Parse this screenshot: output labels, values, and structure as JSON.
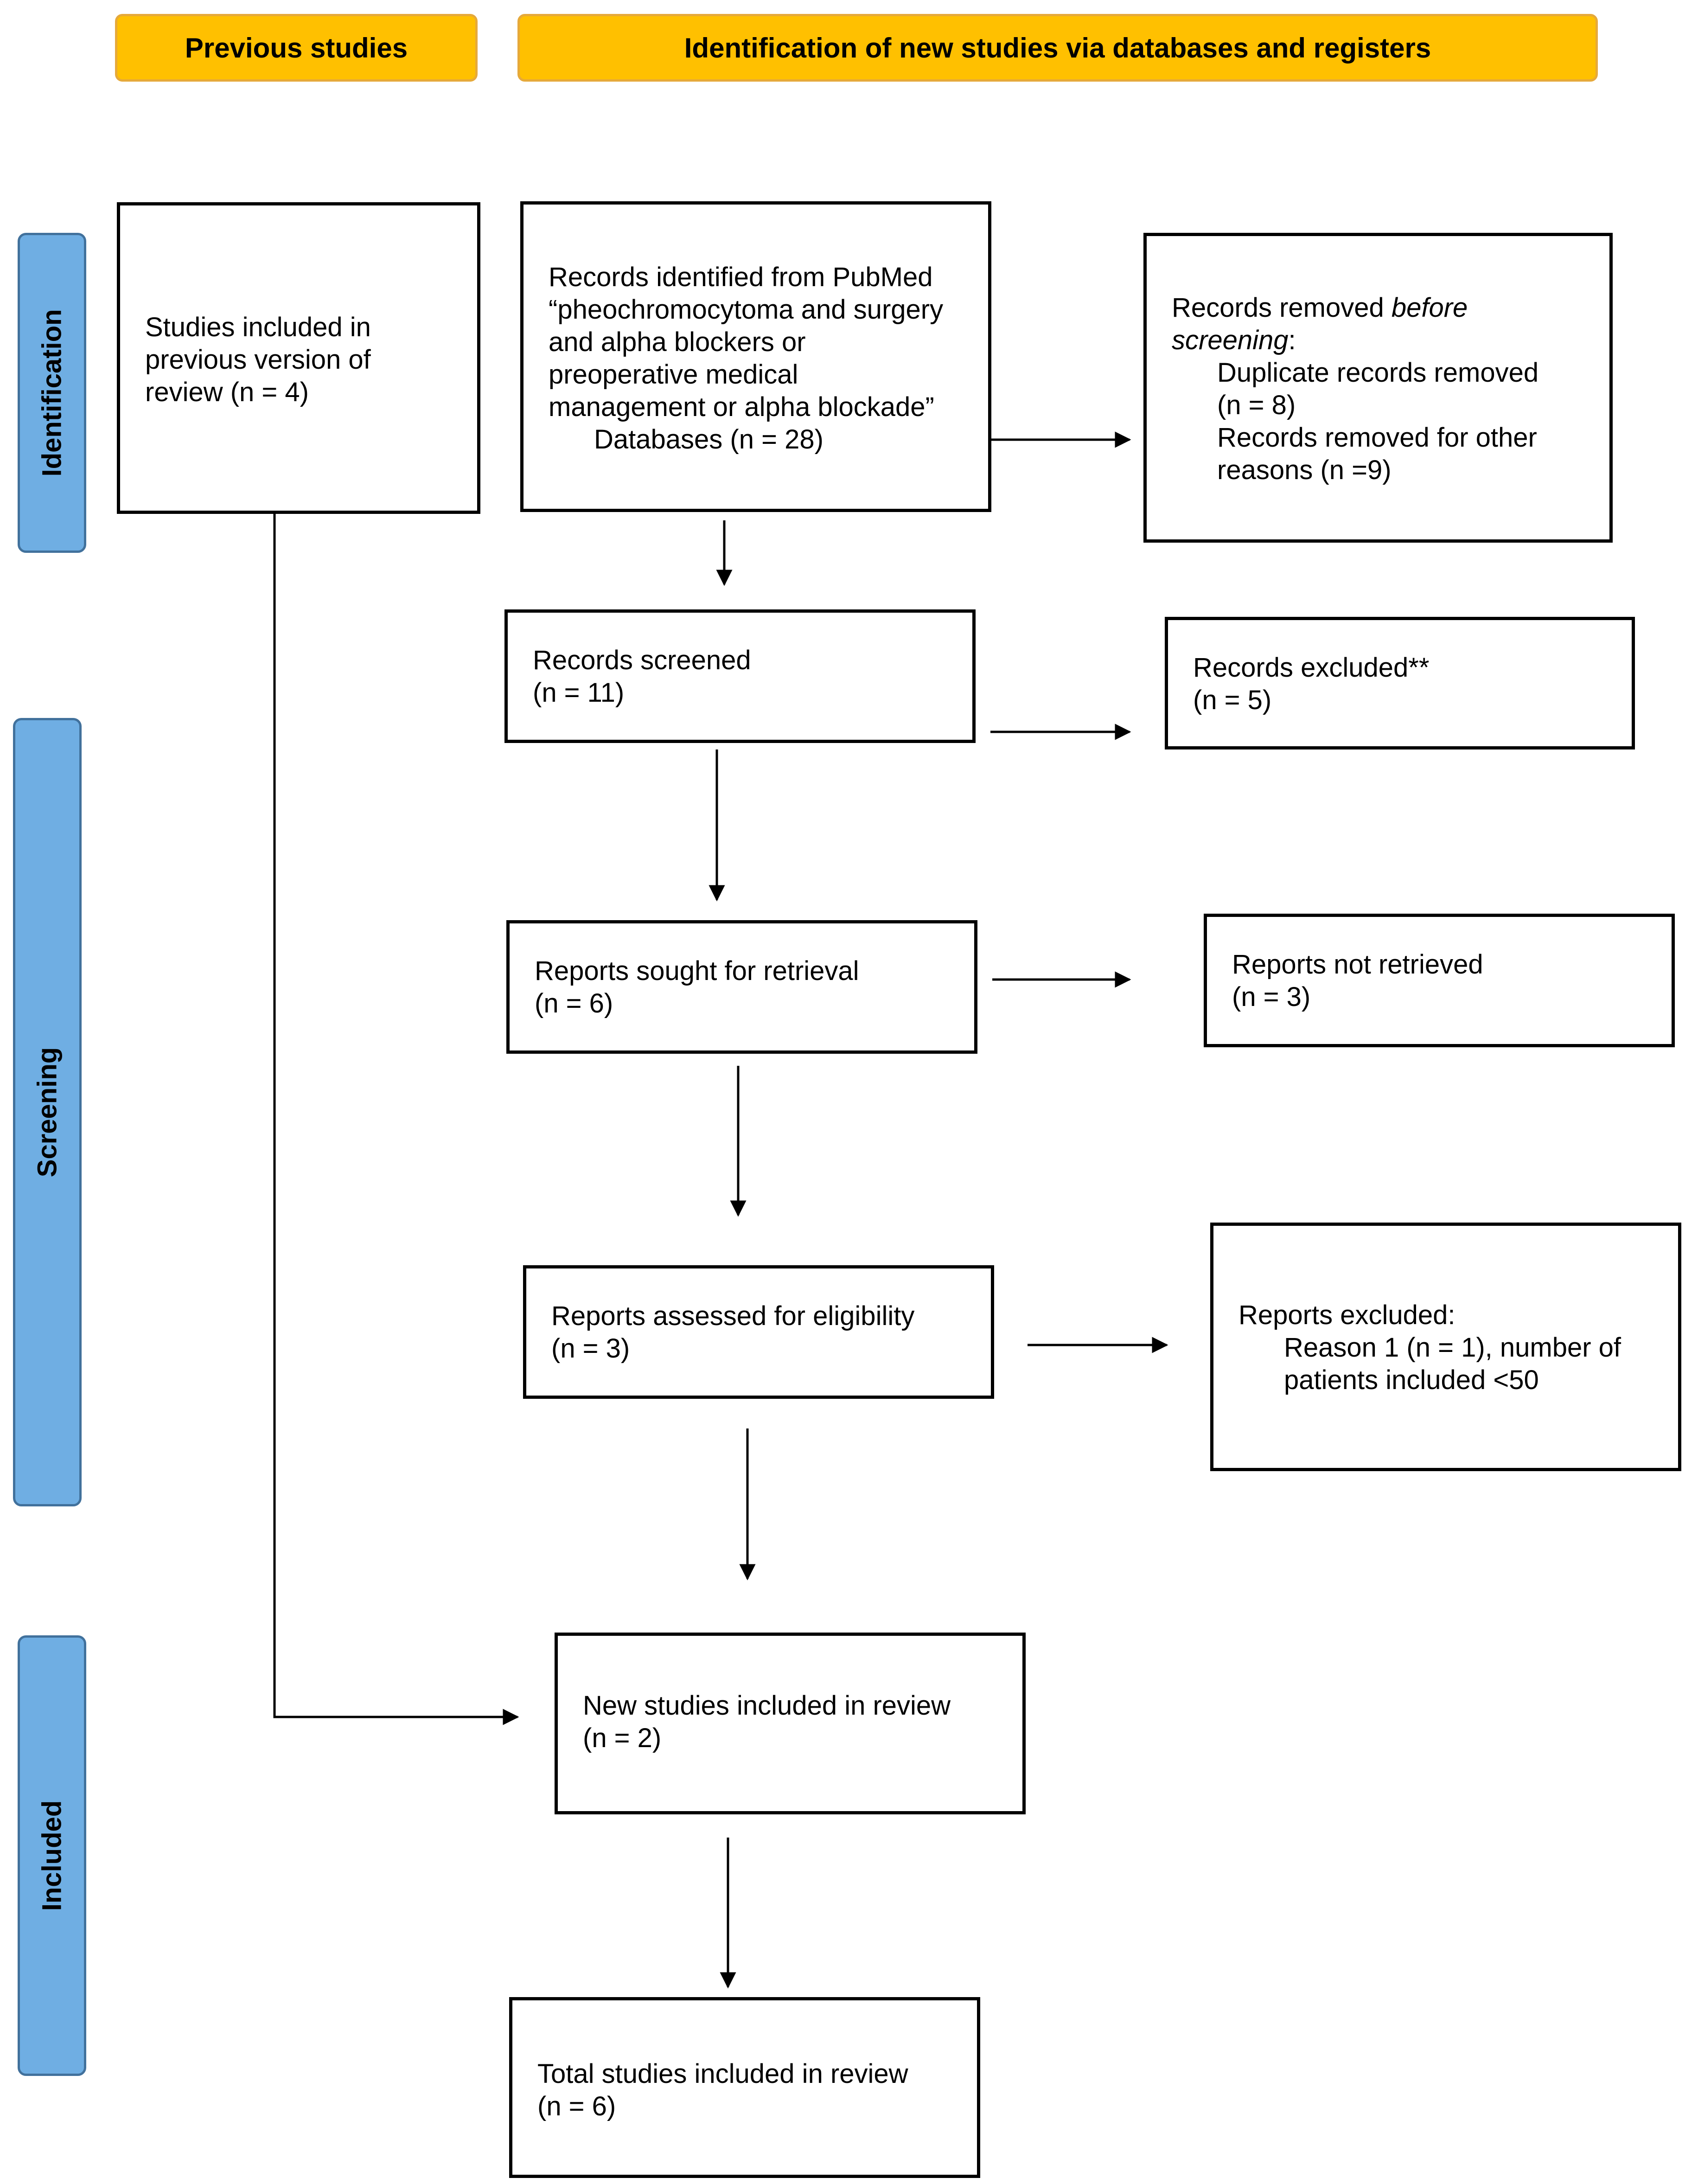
{
  "headers": {
    "previous": "Previous studies",
    "identification": "Identification of new studies via databases and registers"
  },
  "phases": {
    "identification": "Identification",
    "screening": "Screening",
    "included": "Included"
  },
  "previous_studies": {
    "line1": "Studies included in",
    "line2": "previous version of",
    "line3": "review (n = 4)"
  },
  "records_identified": {
    "line1": "Records identified from PubMed",
    "line2": "“pheochromocytoma and surgery",
    "line3": "and alpha blockers or",
    "line4": "preoperative medical",
    "line5": "management or alpha blockade”",
    "line6": "Databases (n = 28)"
  },
  "records_removed": {
    "title_start": "Records removed ",
    "title_em": "before",
    "title2_em": "screening",
    "title2_end": ":",
    "dup_label": "Duplicate records removed",
    "dup_count": "(n = 8)",
    "other_label": "Records removed for other",
    "other_count": "reasons (n =9)"
  },
  "records_screened": {
    "label": "Records screened",
    "count": "(n = 11)"
  },
  "records_excluded": {
    "label": "Records excluded**",
    "count": "(n = 5)"
  },
  "reports_sought": {
    "label": "Reports sought for retrieval",
    "count": "(n = 6)"
  },
  "reports_not_retrieved": {
    "label": "Reports not retrieved",
    "count": "(n = 3)"
  },
  "reports_assessed": {
    "label": "Reports assessed for eligibility",
    "count": "(n = 3)"
  },
  "reports_excluded": {
    "label": "Reports excluded:",
    "reason_line1": "Reason 1 (n = 1), number of",
    "reason_line2": "patients included <50"
  },
  "new_studies": {
    "label": "New studies included in review",
    "count": "(n = 2)"
  },
  "total_studies": {
    "label": "Total studies included in review",
    "count": "(n = 6)"
  }
}
